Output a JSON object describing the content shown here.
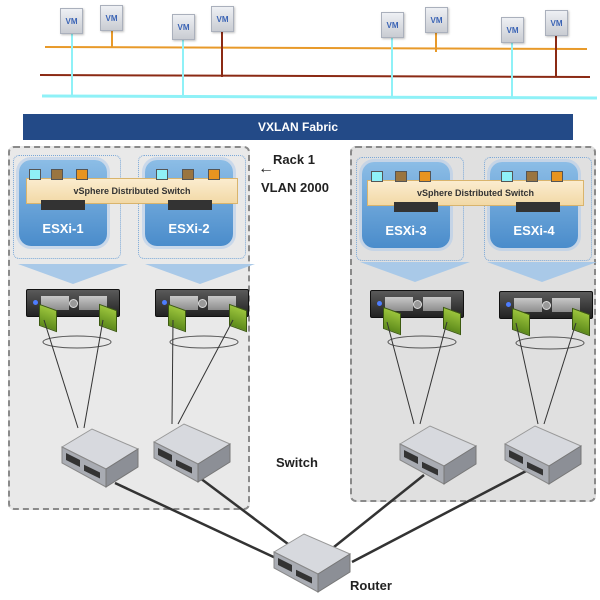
{
  "overlay_networks": {
    "vm_label": "VM",
    "lines": [
      {
        "name": "orange-segment",
        "color": "#e89a2a"
      },
      {
        "name": "brown-segment",
        "color": "#8b2a14"
      },
      {
        "name": "cyan-segment",
        "color": "#8ff1f7"
      }
    ],
    "vms": [
      {
        "label": "VM",
        "segment": "cyan"
      },
      {
        "label": "VM",
        "segment": "orange"
      },
      {
        "label": "VM",
        "segment": "cyan"
      },
      {
        "label": "VM",
        "segment": "brown"
      },
      {
        "label": "VM",
        "segment": "cyan"
      },
      {
        "label": "VM",
        "segment": "orange"
      },
      {
        "label": "VM",
        "segment": "cyan"
      },
      {
        "label": "VM",
        "segment": "brown"
      }
    ]
  },
  "fabric": {
    "label": "VXLAN Fabric",
    "color": "#234a87"
  },
  "rack_annotation": {
    "rack": "Rack 1",
    "vlan": "VLAN 2000",
    "arrow": "←"
  },
  "racks": [
    {
      "vds_label": "vSphere Distributed Switch",
      "hosts": [
        {
          "label": "ESXi-1"
        },
        {
          "label": "ESXi-2"
        }
      ]
    },
    {
      "vds_label": "vSphere Distributed Switch",
      "hosts": [
        {
          "label": "ESXi-3"
        },
        {
          "label": "ESXi-4"
        }
      ]
    }
  ],
  "labels": {
    "switch": "Switch",
    "router": "Router"
  }
}
